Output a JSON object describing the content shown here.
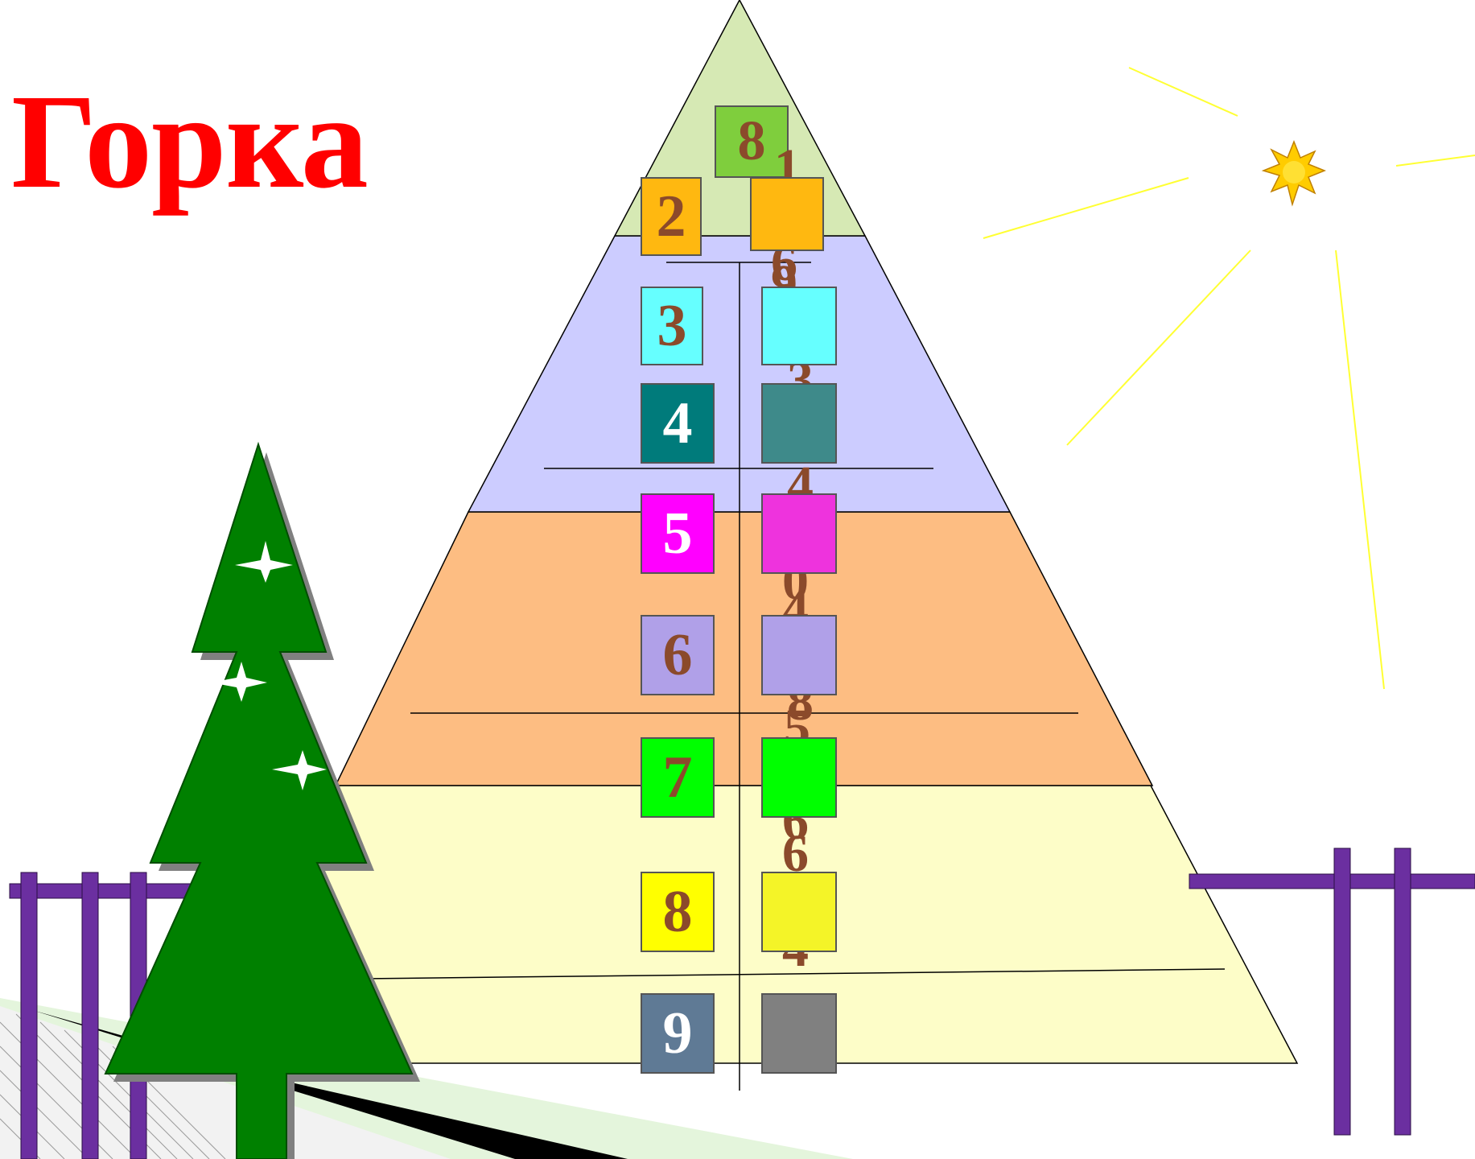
{
  "title": "Горка",
  "colors": {
    "title": "#ff0000",
    "number_text": "#8b4a2b",
    "pyramid_top": "#d6e9b4",
    "pyramid_band2": "#ccccff",
    "pyramid_band3": "#fdbd82",
    "pyramid_base": "#fdfdc8",
    "tree": "#008000",
    "sun": "#ffd700",
    "fence": "#6b2fa0"
  },
  "icons": [
    "spruce-tree-icon",
    "sun-icon",
    "fence-icon",
    "star-icon"
  ],
  "top_box": {
    "label": "8",
    "color": "#7fce3d",
    "text_color": "#8b4a2b"
  },
  "peeking_digits": [
    "1",
    "6",
    "9",
    "3",
    "4",
    "0",
    "4",
    "8",
    "5",
    "6",
    "6",
    "4"
  ],
  "rows": [
    {
      "label": "2",
      "left_color": "#ffb810",
      "text_color": "#8b4a2b",
      "right_color": "#ffb810"
    },
    {
      "label": "3",
      "left_color": "#66ffff",
      "text_color": "#8b4a2b",
      "right_color": "#66ffff"
    },
    {
      "label": "4",
      "left_color": "#007b7b",
      "text_color": "#ffffff",
      "right_color": "#3e8a8a"
    },
    {
      "label": "5",
      "left_color": "#ff00ff",
      "text_color": "#ffffff",
      "right_color": "#ee33dd"
    },
    {
      "label": "6",
      "left_color": "#b0a0e8",
      "text_color": "#8b4a2b",
      "right_color": "#b0a0e8"
    },
    {
      "label": "7",
      "left_color": "#00ff00",
      "text_color": "#8b4a2b",
      "right_color": "#00ff00"
    },
    {
      "label": "8",
      "left_color": "#ffff00",
      "text_color": "#8b4a2b",
      "right_color": "#f4f428"
    },
    {
      "label": "9",
      "left_color": "#5f7a95",
      "text_color": "#ffffff",
      "right_color": "#808080"
    }
  ]
}
